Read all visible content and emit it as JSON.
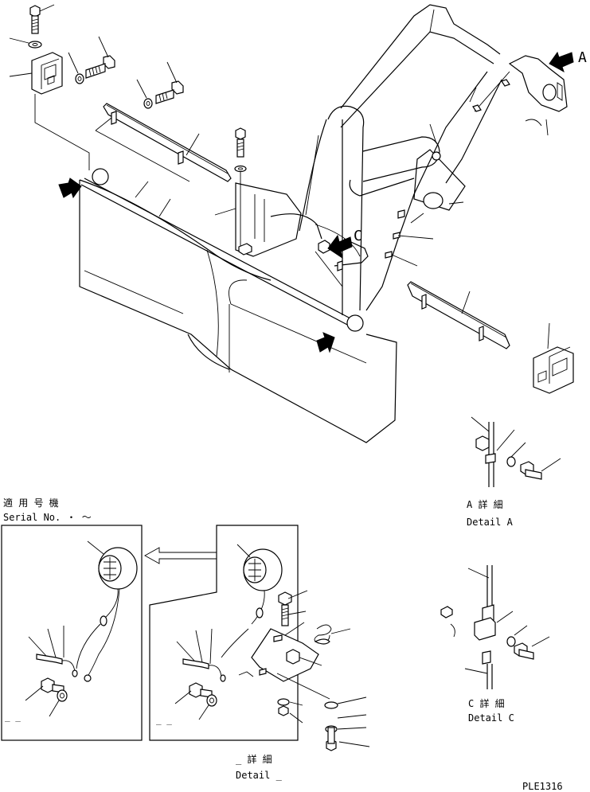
{
  "labels": {
    "view_a": "A",
    "view_c": "C",
    "serial_jp": "適 用 号 機",
    "serial_en": "Serial No.  ・  〜",
    "detail_a_jp": "A  詳  細",
    "detail_a_en": "Detail A",
    "detail_c_jp": "C  詳  細",
    "detail_c_en": "Detail C",
    "detail_blank_jp": "_  詳  細",
    "detail_blank_en": "Detail _",
    "page_code": "PLE1316",
    "dash_left": "_  _",
    "dash_mid": "_  _"
  }
}
